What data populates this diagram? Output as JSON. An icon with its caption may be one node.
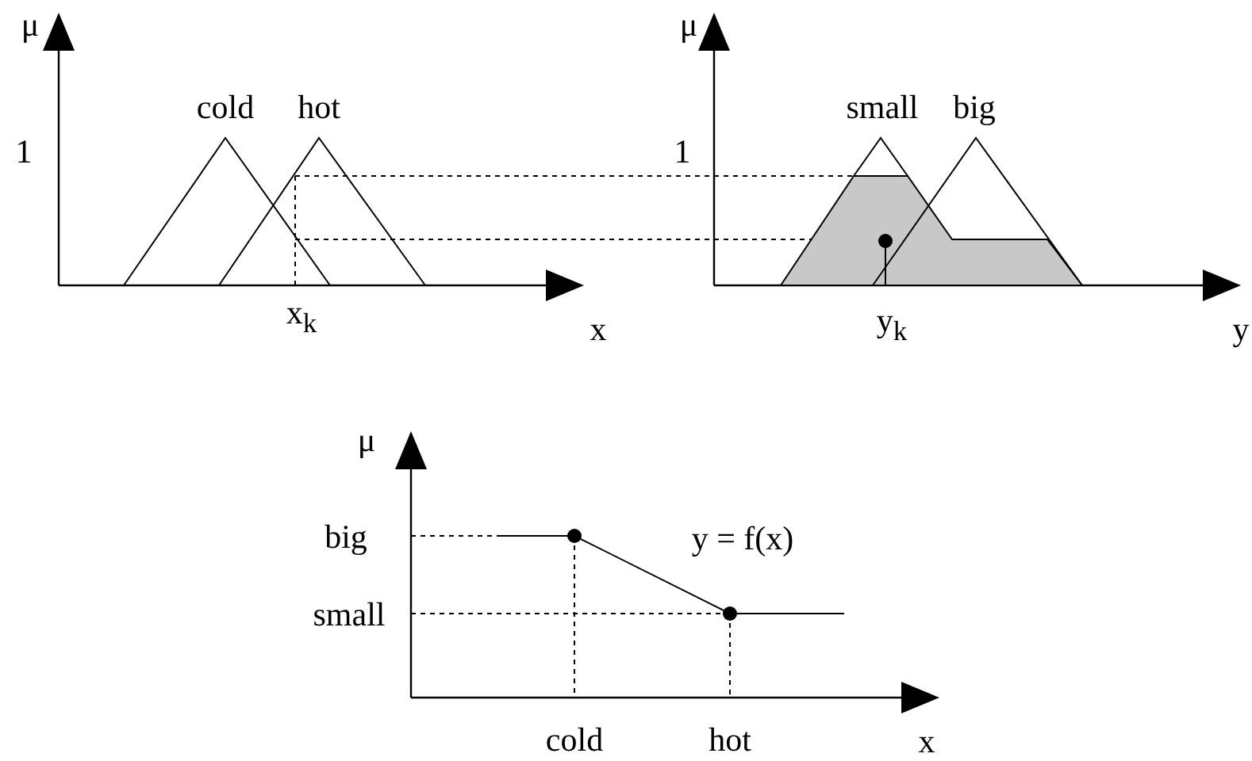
{
  "diagram": {
    "labels": [
      "μ",
      "cold",
      "hot",
      "1",
      "x$_{k}$",
      "x",
      "μ",
      "small",
      "big",
      "1",
      "y$_{k}$",
      "y",
      "μ",
      "big",
      "y = f(x)",
      "small",
      "cold",
      "hot",
      "x"
    ]
  }
}
